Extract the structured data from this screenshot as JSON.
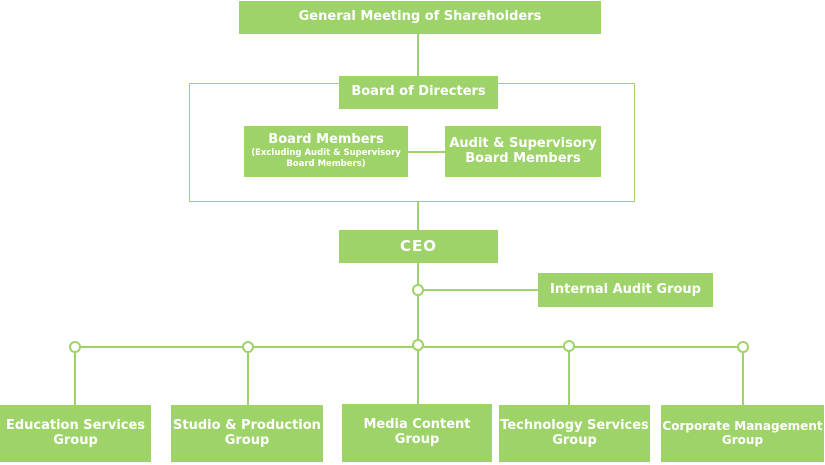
{
  "chart": {
    "top": "General Meeting of Shareholders",
    "board": "Board of Directers",
    "board_members": {
      "title": "Board Members",
      "note_line1": "(Excluding Audit & Supervisory",
      "note_line2": "Board Members)"
    },
    "audit_board": {
      "line1": "Audit & Supervisory",
      "line2": "Board Members"
    },
    "ceo": "CEO",
    "internal_audit": "Internal Audit Group",
    "groups": [
      {
        "line1": "Education Services",
        "line2": "Group"
      },
      {
        "line1": "Studio & Production",
        "line2": "Group"
      },
      {
        "line1": "Media Content",
        "line2": "Group"
      },
      {
        "line1": "Technology Services",
        "line2": "Group"
      },
      {
        "line1": "Corporate Management",
        "line2": "Group"
      }
    ]
  },
  "colors": {
    "accent": "#9ed36a",
    "text": "#ffffff",
    "line": "#9ed36a"
  }
}
